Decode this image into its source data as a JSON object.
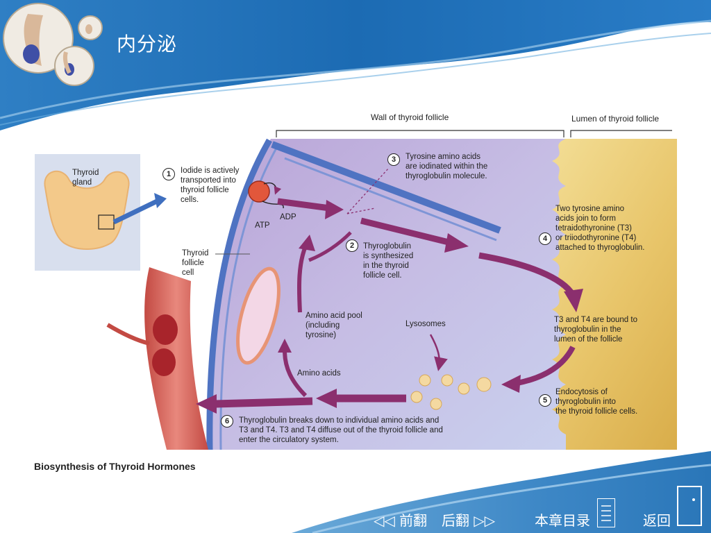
{
  "slide": {
    "title": "内分泌"
  },
  "diagram": {
    "headers": {
      "wall": "Wall of thyroid follicle",
      "lumen": "Lumen of thyroid follicle"
    },
    "inset": {
      "label": "Thyroid\ngland"
    },
    "cell_label": "Thyroid\nfollicle\ncell",
    "atp": "ATP",
    "adp": "ADP",
    "pool": "Amino acid pool\n(including\ntyrosine)",
    "amino_acids": "Amino acids",
    "lysosomes": "Lysosomes",
    "steps": [
      {
        "n": "1",
        "text": "Iodide is actively\ntransported into\nthyroid follicle\n cells."
      },
      {
        "n": "2",
        "text": "Thyroglobulin\nis synthesized\nin the thyroid\nfollicle cell."
      },
      {
        "n": "3",
        "text": "Tyrosine amino acids\nare iodinated within the\nthyroglobulin molecule."
      },
      {
        "n": "4",
        "text": "Two tyrosine amino\nacids join to form\ntetraidothyronine (T3)\nor triiodothyronine (T4)\nattached to thyroglobulin."
      },
      {
        "n": "5",
        "text": "Endocytosis of\nthyroglobulin into\nthe thyroid follicle cells."
      },
      {
        "n": "6",
        "text": "Thyroglobulin breaks down to individual amino acids and\nT3 and T4.  T3 and T4 diffuse out of the thyroid follicle and\nenter the circulatory system."
      }
    ],
    "bound_note": "T3 and T4 are bound to\nthyroglobulin in the\nlumen of the follicle",
    "caption": "Biosynthesis of Thyroid Hormones"
  },
  "nav": {
    "prev": "◁◁ 前翻",
    "next": "后翻 ▷▷",
    "toc": "本章目录",
    "back": "返回"
  }
}
